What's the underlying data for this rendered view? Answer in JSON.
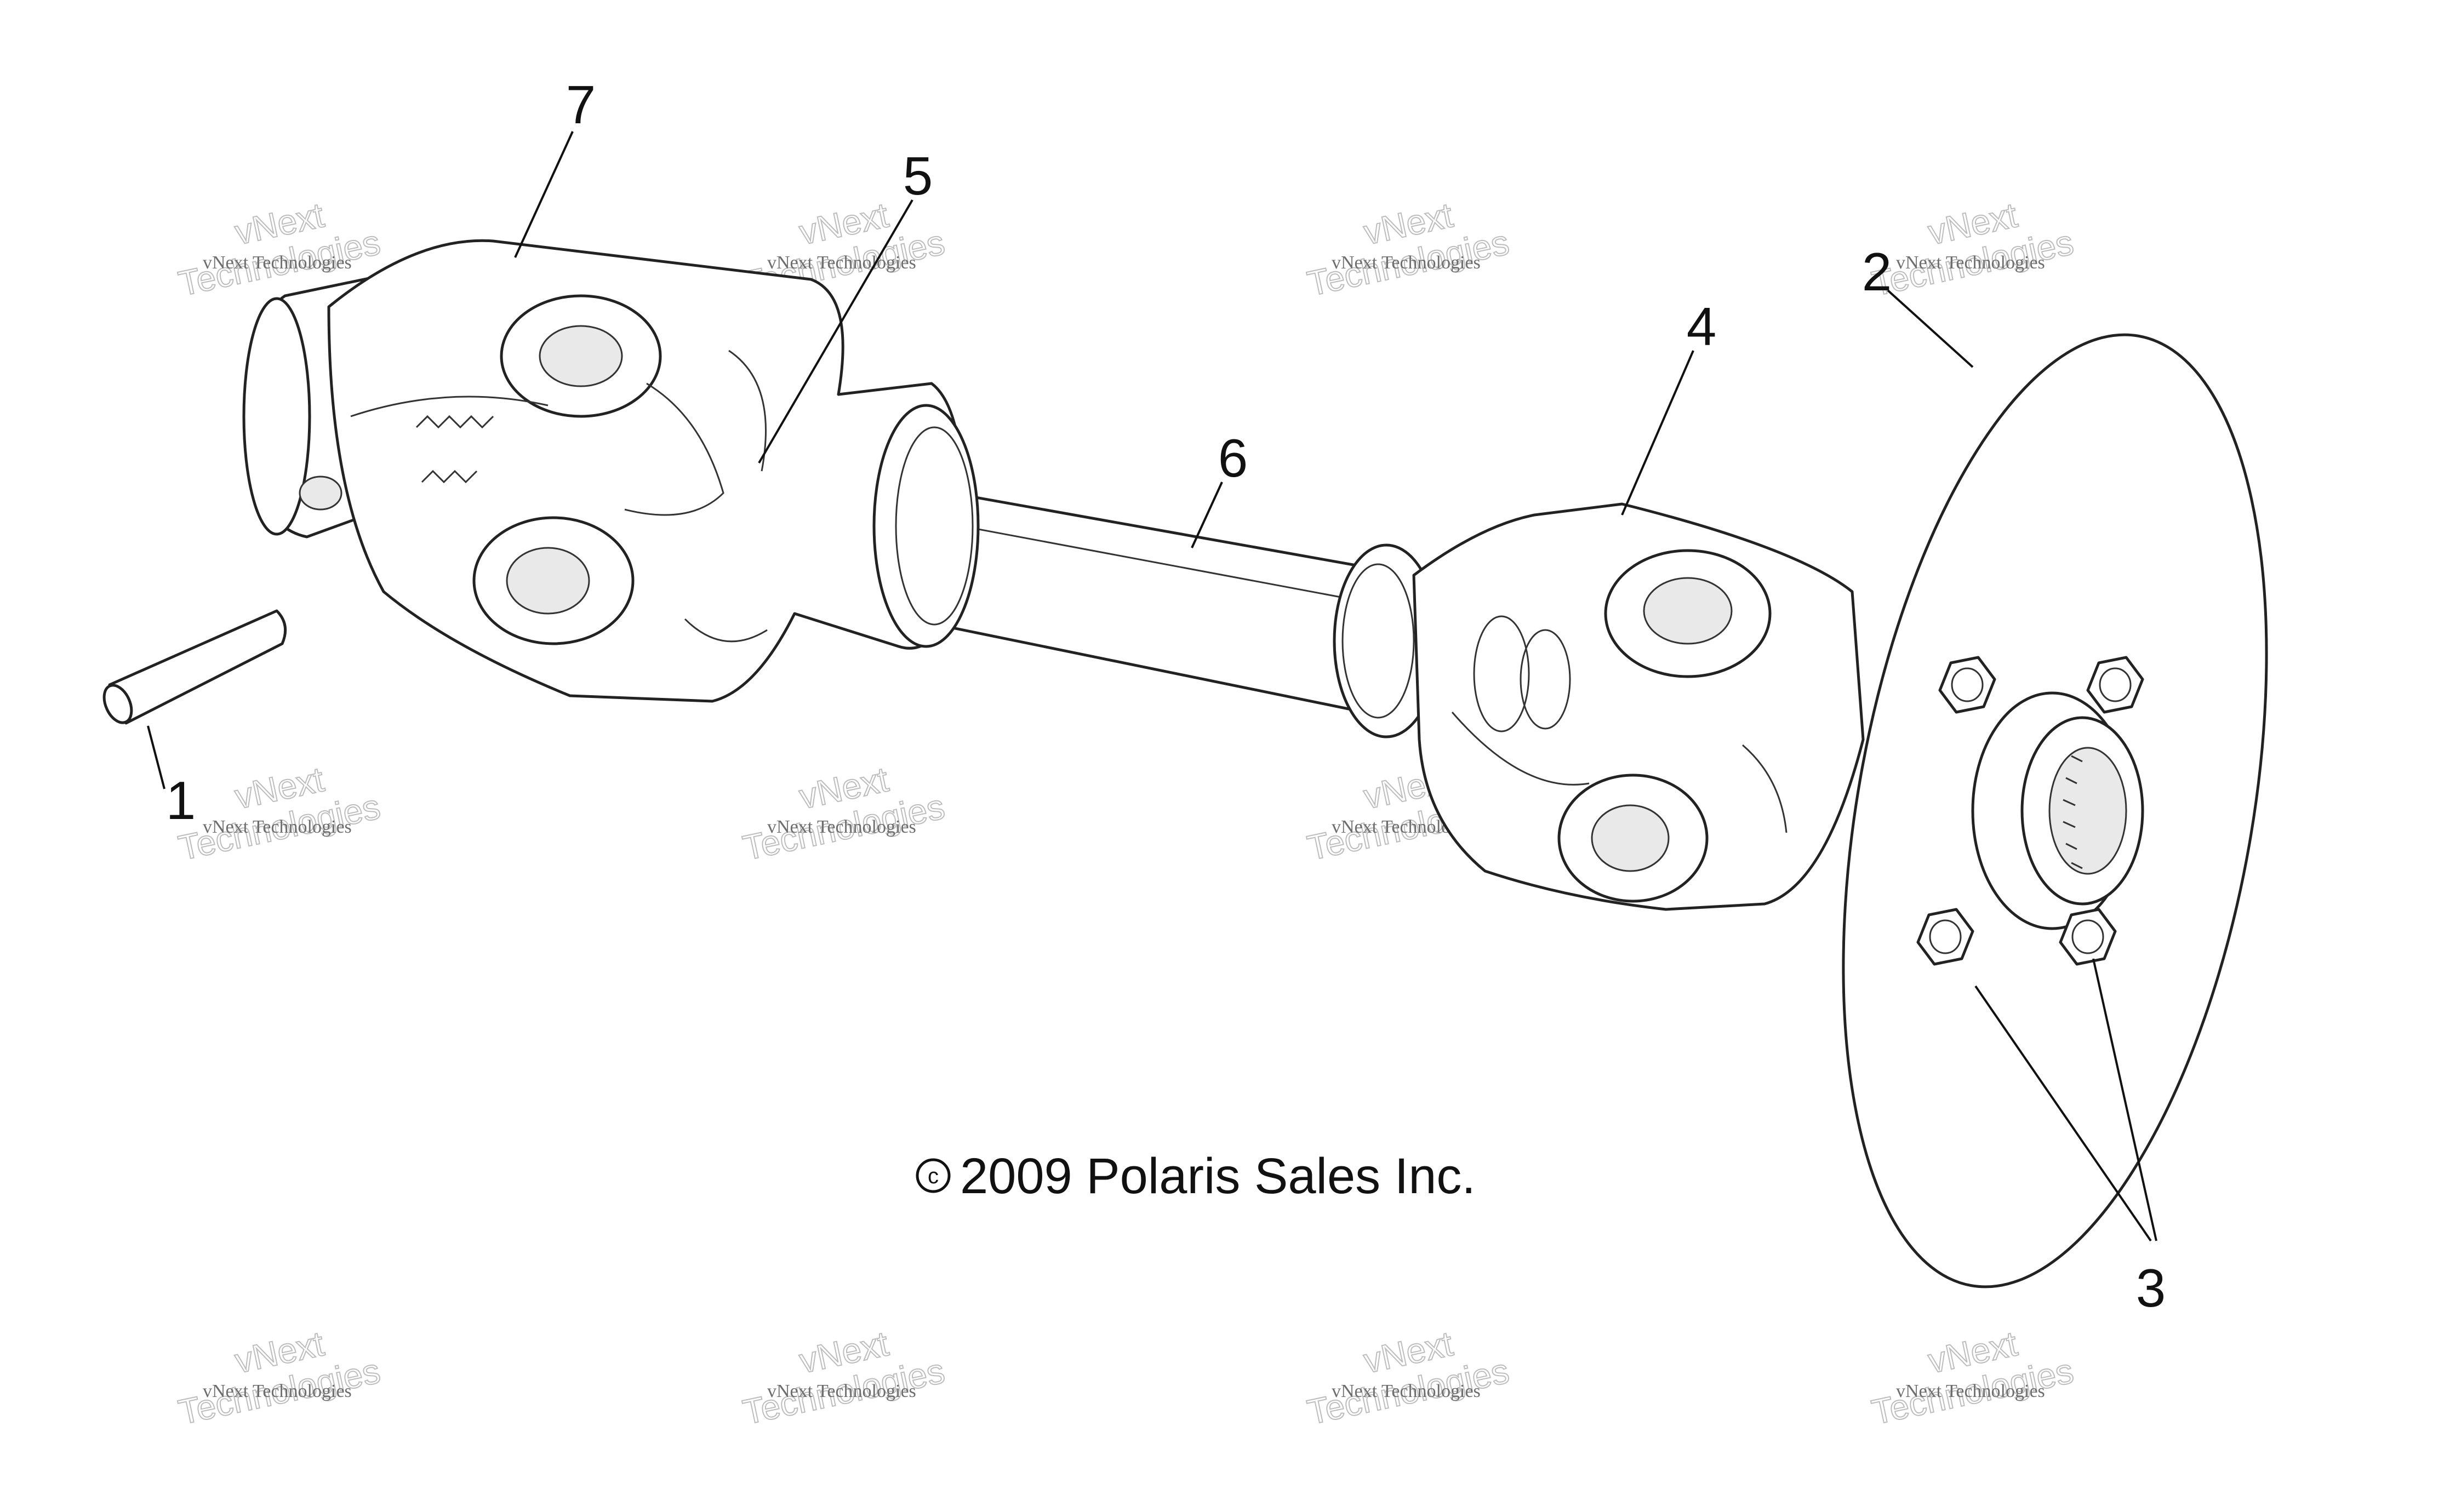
{
  "callouts": [
    "1",
    "2",
    "3",
    "4",
    "5",
    "6",
    "7"
  ],
  "copyright": "2009 Polaris Sales Inc.",
  "copyright_symbol": "c",
  "watermark": {
    "line1": "vNext Technologies",
    "line2": "vNext",
    "line3": "Technologies"
  }
}
